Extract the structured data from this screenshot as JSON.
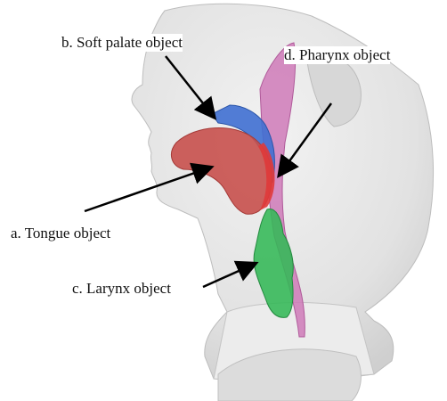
{
  "labels": {
    "soft_palate": "b. Soft palate object",
    "pharynx": "d. Pharynx object",
    "tongue": "a. Tongue object",
    "larynx": "c. Larynx object"
  },
  "colors": {
    "head": "#e6e6e6",
    "head_shadow": "#c9c9c9",
    "tongue": "#c8504d",
    "soft_palate": "#3f6fd1",
    "pharynx": "#cf7ab9",
    "larynx": "#33b857",
    "arrow": "#000000"
  }
}
